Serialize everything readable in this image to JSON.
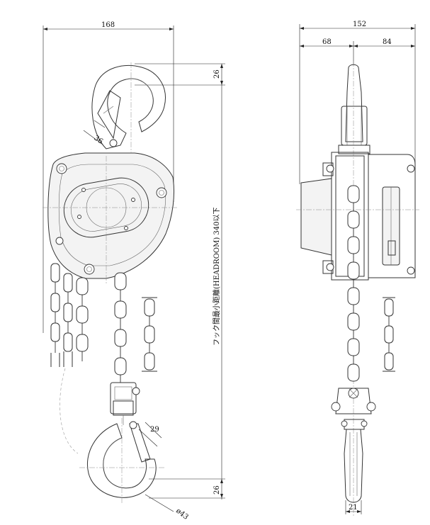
{
  "dimensions": {
    "front_width": "168",
    "side_width": "152",
    "side_left": "68",
    "side_right": "84",
    "hook_top_gap": "26",
    "hook_bottom_gap": "26",
    "hook_opening_top": "36",
    "hook_opening_bottom": "29",
    "hook_diameter": "ø43",
    "hook_width_side": "21"
  },
  "headroom_label": "フック間最小距離(HEADROOM) 340以下"
}
